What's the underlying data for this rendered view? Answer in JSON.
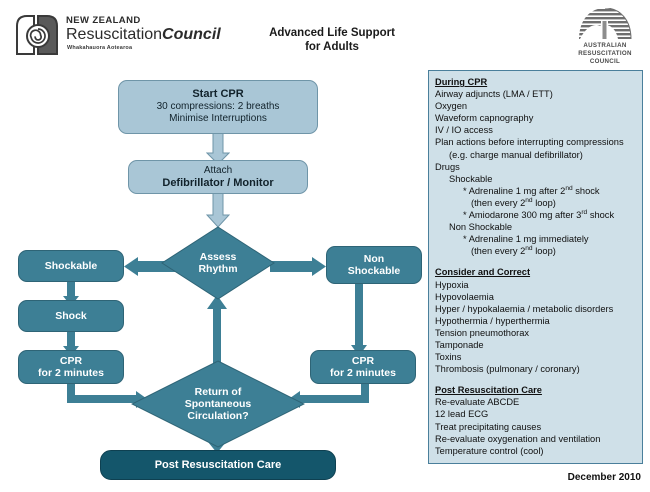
{
  "header": {
    "nzrc_logo": {
      "line1": "New Zealand",
      "line2_regular": "Resuscitation",
      "line2_italic": "Council",
      "maori_subtitle": "Whakahauora Aotearoa"
    },
    "title_line1": "Advanced Life Support",
    "title_line2": "for Adults",
    "arc_logo": {
      "line1": "AUSTRALIAN",
      "line2": "RESUSCITATION",
      "line3": "COUNCIL"
    }
  },
  "flowchart": {
    "start_cpr": {
      "title": "Start CPR",
      "sub1": "30 compressions: 2 breaths",
      "sub2": "Minimise Interruptions"
    },
    "attach": {
      "sub": "Attach",
      "title": "Defibrillator / Monitor"
    },
    "assess_rhythm": {
      "line1": "Assess",
      "line2": "Rhythm"
    },
    "shockable": {
      "label": "Shockable"
    },
    "non_shockable": {
      "line1": "Non",
      "line2": "Shockable"
    },
    "shock": {
      "label": "Shock"
    },
    "cpr_left": {
      "line1": "CPR",
      "line2": "for 2 minutes"
    },
    "cpr_right": {
      "line1": "CPR",
      "line2": "for 2 minutes"
    },
    "rosc": {
      "line1": "Return of",
      "line2": "Spontaneous",
      "line3": "Circulation?"
    },
    "post_care": {
      "label": "Post Resuscitation Care"
    }
  },
  "info_panel": {
    "during_cpr": {
      "heading": "During CPR",
      "items": [
        "Airway adjuncts (LMA / ETT)",
        "Oxygen",
        "Waveform capnography",
        "IV / IO access",
        "Plan actions before interrupting compressions",
        "(e.g. charge manual defibrillator)",
        "Drugs",
        "Shockable"
      ],
      "drug_shockable_1_pre": "* Adrenaline 1 mg after 2",
      "drug_shockable_1_sup": "nd",
      "drug_shockable_1_post": " shock",
      "drug_shockable_1b_pre": "(then every 2",
      "drug_shockable_1b_sup": "nd",
      "drug_shockable_1b_post": " loop)",
      "drug_shockable_2_pre": "* Amiodarone 300 mg after 3",
      "drug_shockable_2_sup": "rd",
      "drug_shockable_2_post": " shock",
      "non_shockable_heading": "Non Shockable",
      "drug_nonshockable_1": "* Adrenaline 1 mg immediately",
      "drug_nonshockable_1b_pre": "(then every 2",
      "drug_nonshockable_1b_sup": "nd",
      "drug_nonshockable_1b_post": " loop)"
    },
    "consider_and_correct": {
      "heading": "Consider and Correct",
      "items": [
        "Hypoxia",
        "Hypovolaemia",
        "Hyper / hypokalaemia / metabolic disorders",
        "Hypothermia / hyperthermia",
        "Tension pneumothorax",
        "Tamponade",
        "Toxins",
        "Thrombosis (pulmonary / coronary)"
      ]
    },
    "post_resuscitation_care": {
      "heading": "Post Resuscitation Care",
      "items": [
        "Re-evaluate ABCDE",
        "12 lead ECG",
        "Treat precipitating causes",
        "Re-evaluate oxygenation and ventilation",
        "Temperature control (cool)"
      ]
    }
  },
  "footer": {
    "date": "December 2010"
  },
  "colors": {
    "node_light": "#a9c6d6",
    "node_teal": "#3d7f95",
    "node_dark": "#14566b",
    "panel_bg": "#cfe0e8",
    "panel_border": "#4a7f9b"
  }
}
